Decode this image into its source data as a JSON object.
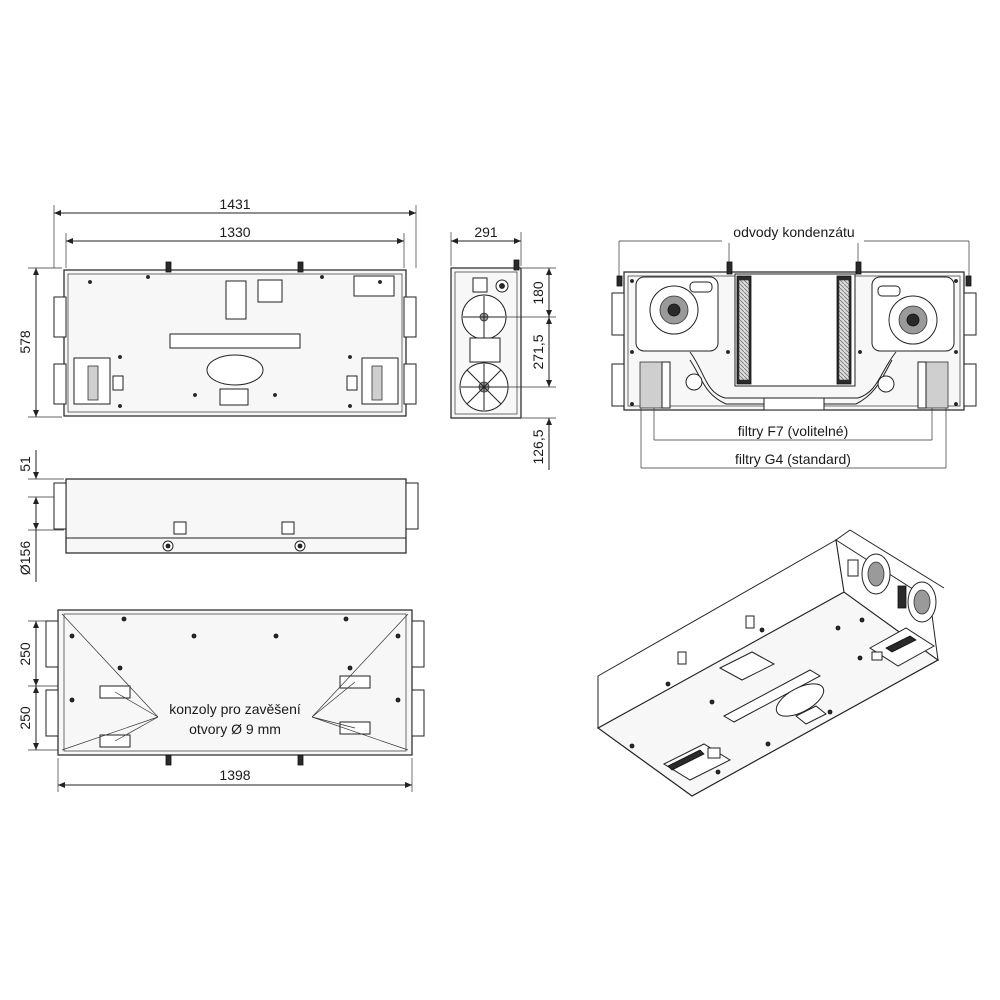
{
  "dimensions": {
    "front_width_total": "1431",
    "front_width_inner": "1330",
    "front_height": "578",
    "side_depth": "291",
    "side_dim_top": "180",
    "side_dim_mid": "271,5",
    "side_dim_bottom": "126,5",
    "top_offset": "51",
    "duct_diameter": "Ø156",
    "bottom_spacing_1": "250",
    "bottom_spacing_2": "250",
    "bottom_width": "1398"
  },
  "labels": {
    "condensate": "odvody kondenzátu",
    "filter_f7": "filtry F7 (volitelné)",
    "filter_g4": "filtry G4 (standard)",
    "brackets_line1": "konzoly pro zavěšení",
    "brackets_line2": "otvory Ø 9 mm"
  }
}
